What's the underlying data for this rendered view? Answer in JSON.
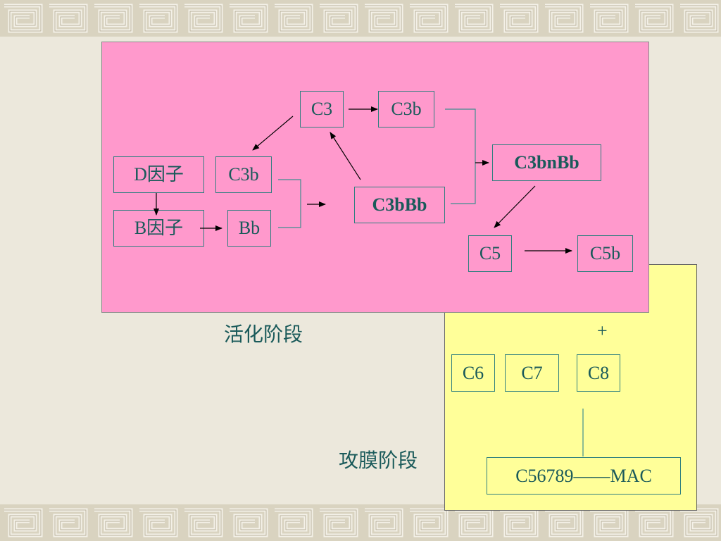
{
  "colors": {
    "pink": "#ff99cc",
    "yellow": "#ffff99",
    "box_border": "#2f7f7f",
    "text": "#1a5a5a"
  },
  "boxes": {
    "c3": "C3",
    "c3b_top": "C3b",
    "d_factor": "D因子",
    "c3b_left": "C3b",
    "b_factor": "B因子",
    "bb": "Bb",
    "c3bbb": "C3bBb",
    "c3bnbb": "C3bnBb",
    "c5": "C5",
    "c5b": "C5b",
    "c6": "C6",
    "c7": "C7",
    "c8": "C8",
    "mac": "C56789——MAC"
  },
  "labels": {
    "activation": "活化阶段",
    "membrane_attack": "攻膜阶段",
    "plus": "+"
  }
}
